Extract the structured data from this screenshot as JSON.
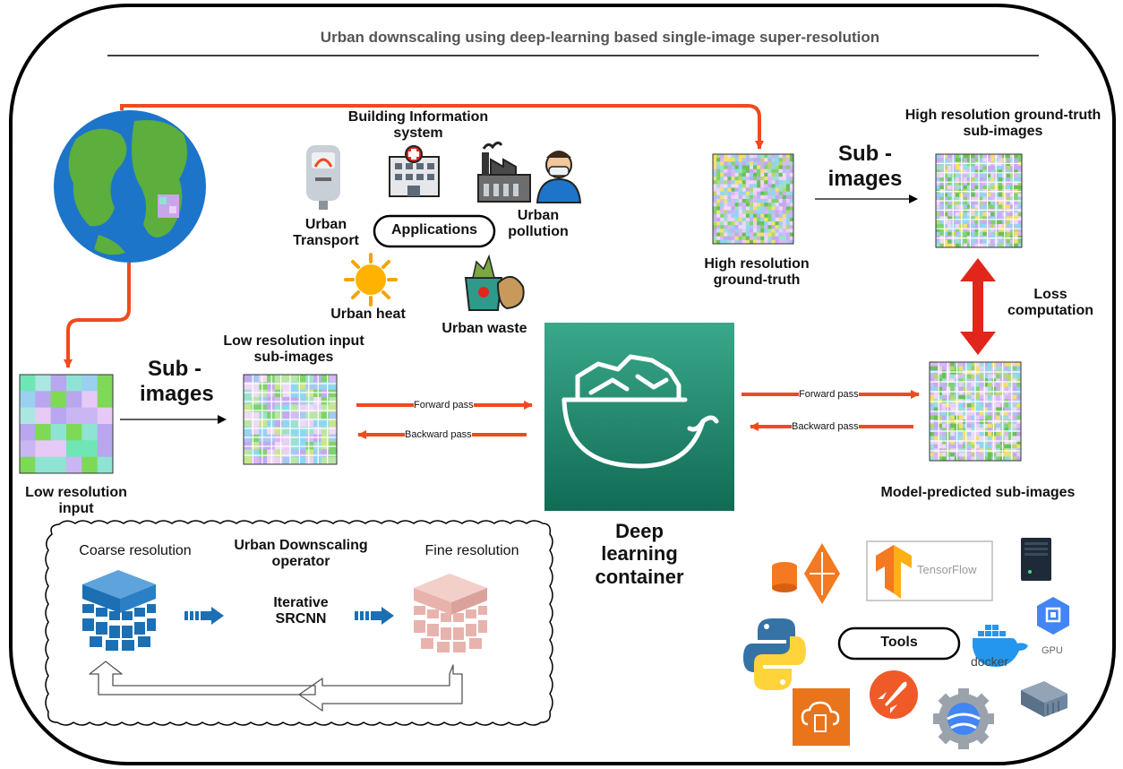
{
  "title": "Urban downscaling using deep-learning based single-image super-resolution",
  "applications": {
    "center": "Applications",
    "items": {
      "building": "Building Information system",
      "transport": "Urban Transport",
      "pollution": "Urban pollution",
      "heat": "Urban heat",
      "waste": "Urban waste"
    }
  },
  "labels": {
    "sub_images_left": "Sub - images",
    "sub_images_right": "Sub - images",
    "low_res_input": "Low resolution input",
    "low_res_sub": "Low resolution input sub-images",
    "high_res_gt": "High resolution ground-truth",
    "high_res_gt_sub": "High resolution ground-truth sub-images",
    "loss": "Loss computation",
    "model_pred": "Model-predicted sub-images",
    "container": "Deep learning container"
  },
  "passes": {
    "forward_left": "Forward pass",
    "backward_left": "Backward pass",
    "forward_right": "Forward pass",
    "backward_right": "Backward pass"
  },
  "operator": {
    "coarse": "Coarse resolution",
    "title": "Urban Downscaling operator",
    "method": "Iterative SRCNN",
    "fine": "Fine resolution"
  },
  "tools": {
    "label": "Tools",
    "tensorflow": "TensorFlow",
    "docker": "docker",
    "gpu": "GPU",
    "icons": [
      "data-pipeline-icon",
      "tensorflow-icon",
      "server-icon",
      "gpu-icon",
      "python-icon",
      "docker-icon",
      "cloud-function-icon",
      "rocket-icon",
      "gear-globe-icon",
      "storage-array-icon"
    ]
  },
  "colors": {
    "arrow_red": "#f04a1e",
    "loss_arrow": "#e1261c",
    "container_green": "#1f8a70",
    "coarse_blue": "#1c6fb3",
    "fine_pink": "#e8b3ad"
  }
}
